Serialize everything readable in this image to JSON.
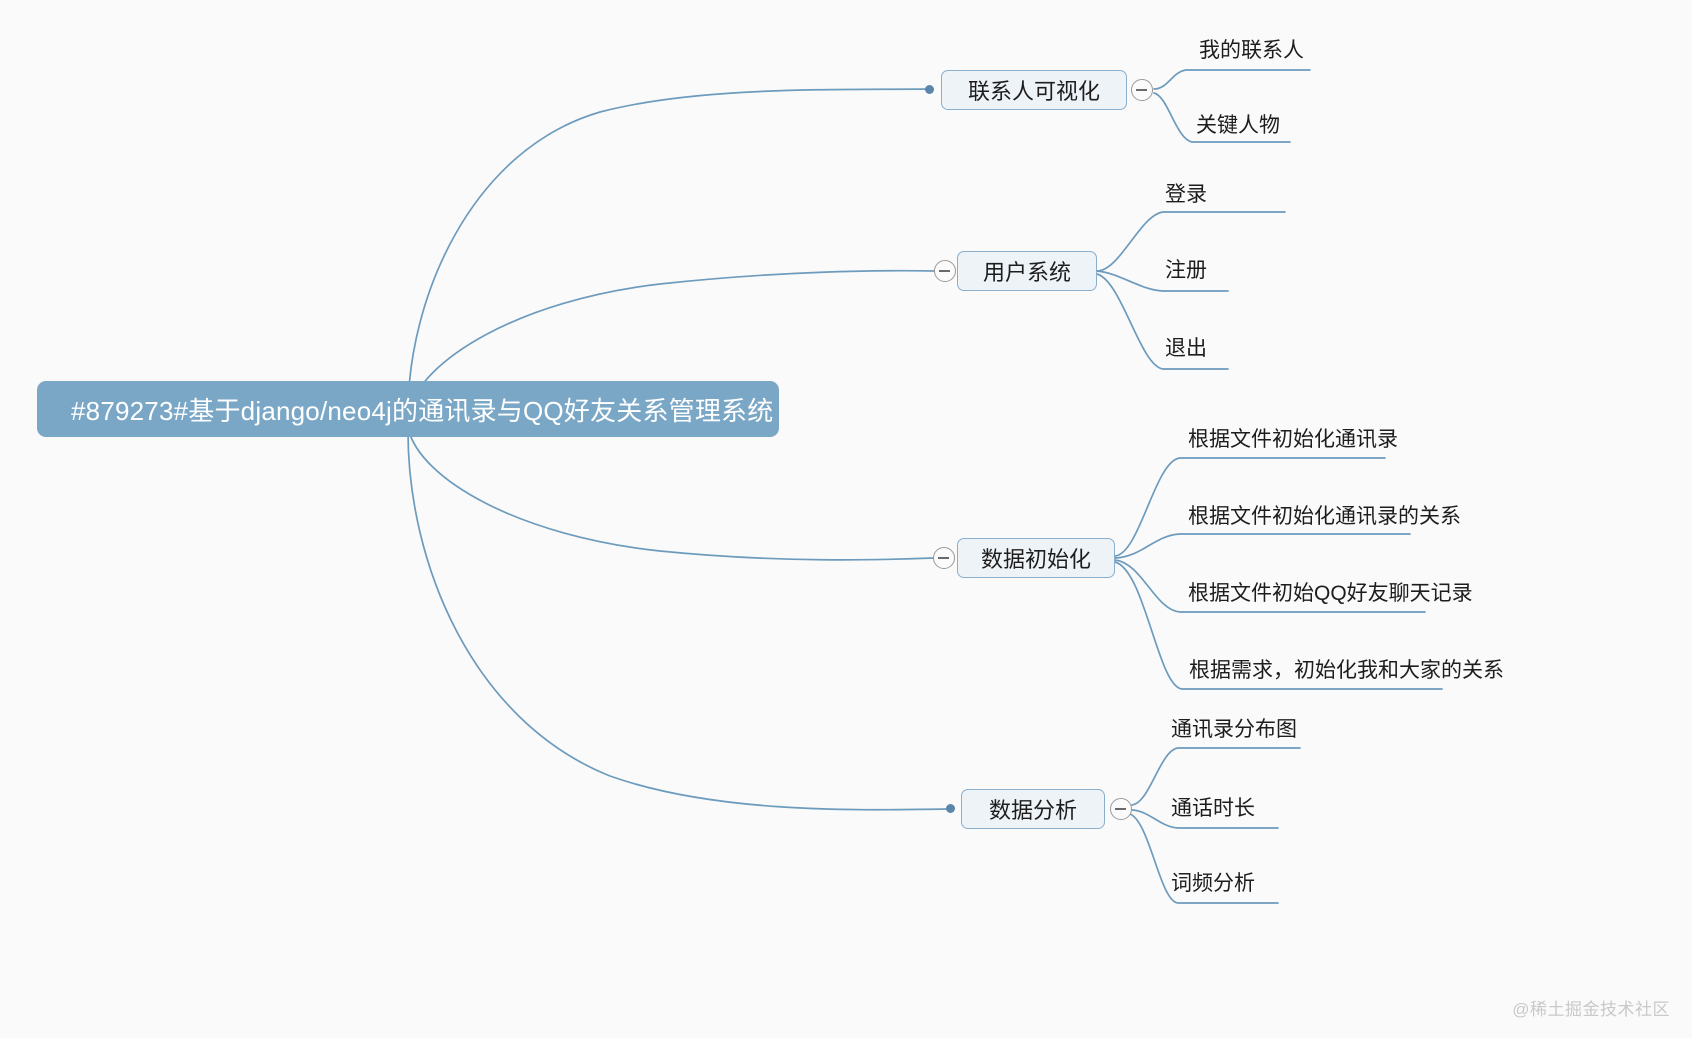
{
  "diagram": {
    "type": "mindmap",
    "title": "#879273#基于django/neo4j的通讯录与QQ好友关系管理系统",
    "colors": {
      "root_fill": "#7ba7c7",
      "root_text": "#ffffff",
      "branch_fill": "#eef3f8",
      "branch_border": "#8aafcd",
      "edge": "#6d9bbd",
      "text": "#1d1d1d",
      "background": "#fafafa",
      "watermark_text": "#c9c9c9"
    },
    "root": {
      "label": "#879273#基于django/neo4j的通讯录与QQ好友关系管理系统"
    },
    "branches": [
      {
        "label": "联系人可视化",
        "toggle_icon": "minus-circle-icon",
        "toggle_state": "expanded",
        "children": [
          {
            "label": "我的联系人"
          },
          {
            "label": "关键人物"
          }
        ]
      },
      {
        "label": "用户系统",
        "toggle_icon": "minus-circle-icon",
        "toggle_state": "expanded",
        "children": [
          {
            "label": "登录"
          },
          {
            "label": "注册"
          },
          {
            "label": "退出"
          }
        ]
      },
      {
        "label": "数据初始化",
        "toggle_icon": "minus-circle-icon",
        "toggle_state": "expanded",
        "children": [
          {
            "label": "根据文件初始化通讯录"
          },
          {
            "label": "根据文件初始化通讯录的关系"
          },
          {
            "label": "根据文件初始QQ好友聊天记录"
          },
          {
            "label": "根据需求，初始化我和大家的关系"
          }
        ]
      },
      {
        "label": "数据分析",
        "toggle_icon": "minus-circle-icon",
        "toggle_state": "expanded",
        "children": [
          {
            "label": "通讯录分布图"
          },
          {
            "label": "通话时长"
          },
          {
            "label": "词频分析"
          }
        ]
      }
    ],
    "watermark": "@稀土掘金技术社区"
  }
}
